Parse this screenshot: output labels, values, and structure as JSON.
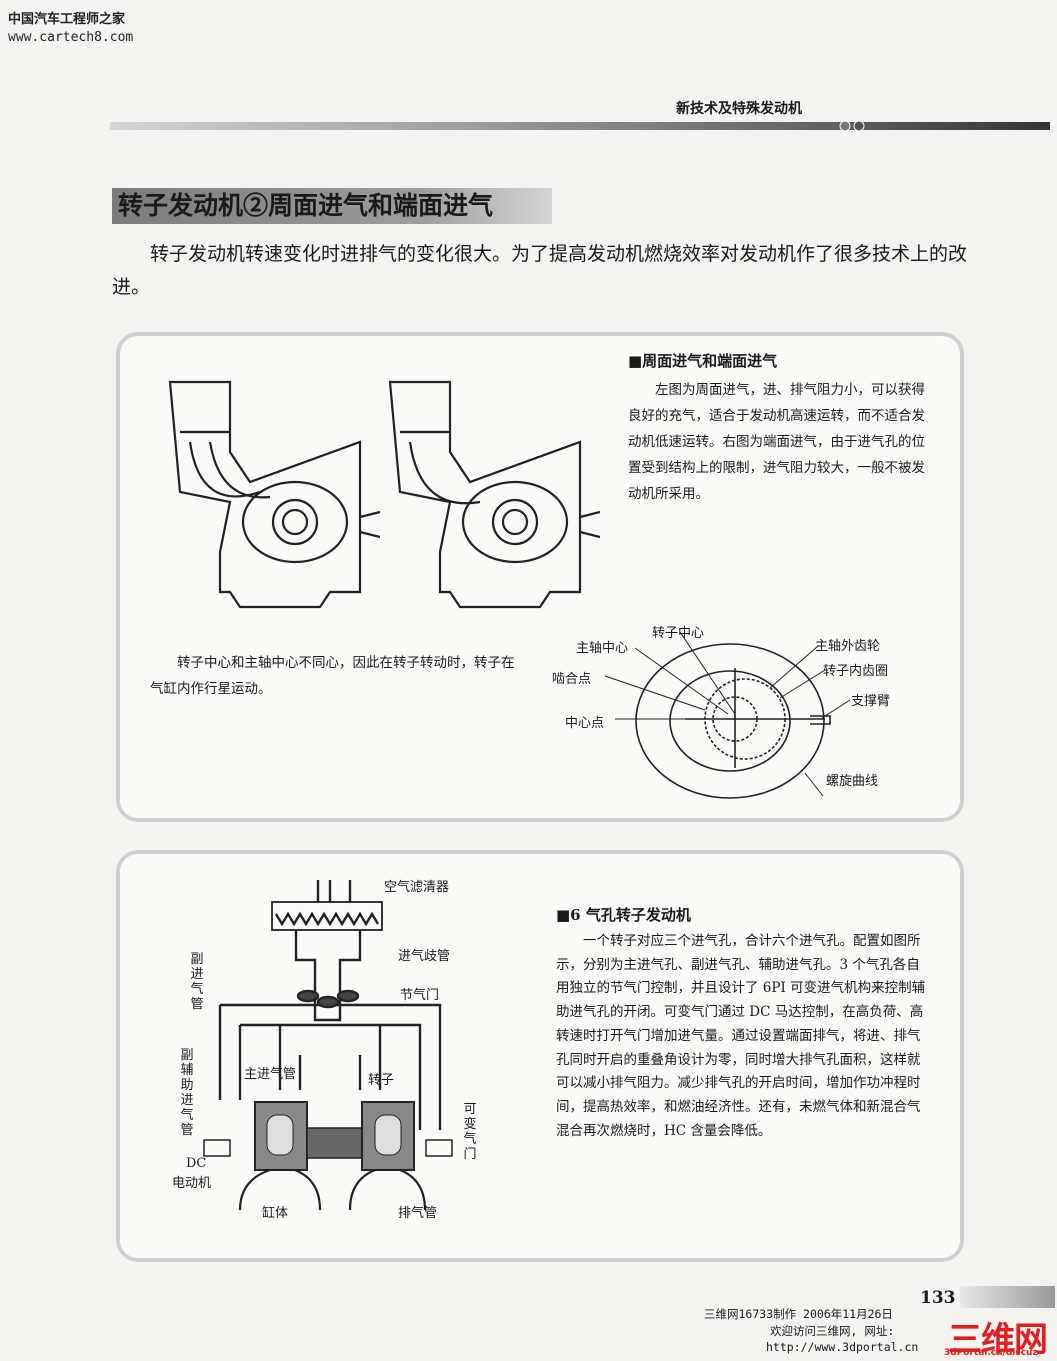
{
  "watermark": {
    "site_cn": "中国汽车工程师之家",
    "site_url": "www.cartech8.com"
  },
  "header": {
    "section": "新技术及特殊发动机"
  },
  "title": "转子发动机②周面进气和端面进气",
  "intro": "转子发动机转速变化时进排气的变化很大。为了提高发动机燃烧效率对发动机作了很多技术上的改进。",
  "panel1": {
    "subtitle": "■周面进气和端面进气",
    "body": "左图为周面进气，进、排气阻力小，可以获得良好的充气，适合于发动机高速运转，而不适合发动机低速运转。右图为端面进气，由于进气孔的位置受到结构上的限制，进气阻力较大，一般不被发动机所采用。",
    "caption": "转子中心和主轴中心不同心，因此在转子转动时，转子在气缸内作行星运动。",
    "labels": {
      "rotor_center": "转子中心",
      "shaft_center": "主轴中心",
      "mesh_point": "啮合点",
      "center_point": "中心点",
      "shaft_gear": "主轴外齿轮",
      "rotor_gear": "转子内齿圈",
      "support_arm": "支撑臂",
      "spiral": "螺旋曲线"
    }
  },
  "panel2": {
    "subtitle": "■6 气孔转子发动机",
    "body": "一个转子对应三个进气孔，合计六个进气孔。配置如图所示，分别为主进气孔、副进气孔、辅助进气孔。3 个气孔各自用独立的节气门控制，并且设计了 6PI 可变进气机构来控制辅助进气孔的开闭。可变气门通过 DC 马达控制，在高负荷、高转速时打开气门增加进气量。通过设置端面排气，将进、排气孔同时开启的重叠角设计为零，同时增大排气孔面积，这样就可以减小排气阻力。减少排气孔的开启时间，增加作功冲程时间，提高热效率，和燃油经济性。还有，未燃气体和新混合气混合再次燃烧时，HC 含量会降低。",
    "labels": {
      "air_filter": "空气滤清器",
      "intake_manifold": "进气歧管",
      "throttle": "节气门",
      "secondary_pipe": "副进气管",
      "aux_pipe": "副辅助进气管",
      "main_pipe": "主进气管",
      "rotor": "转子",
      "variable_valve": "可变气门",
      "dc_motor_1": "DC",
      "dc_motor_2": "电动机",
      "cylinder": "缸体",
      "exhaust": "排气管"
    }
  },
  "footer": {
    "page": "133",
    "line1": "三维网16733制作 2006年11月26日",
    "line2": "欢迎访问三维网, 网址:",
    "line3": "http://www.3dportal.cn",
    "logo": "三维网",
    "logo_sub": "3dPortal.cn/discuz"
  }
}
